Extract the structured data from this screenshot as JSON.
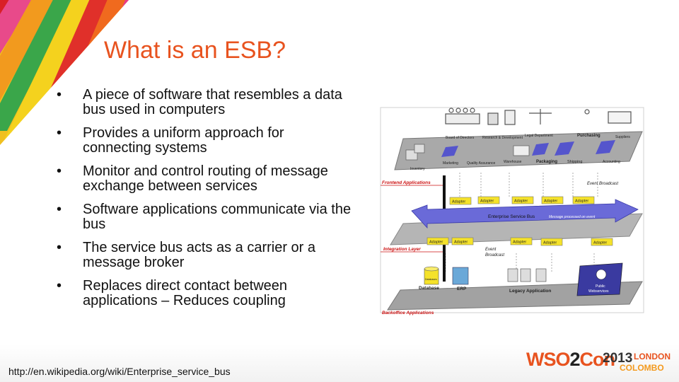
{
  "slide": {
    "title": "What is an ESB?",
    "bullet_glyph": "•",
    "bullets": [
      {
        "text": "A piece of software that resembles a data bus used in computers"
      },
      {
        "text": "Provides a uniform approach for connecting systems"
      },
      {
        "text": "Monitor and control routing of message exchange between services"
      },
      {
        "text": "Software applications communicate via the bus"
      },
      {
        "text": "The service bus acts as a carrier or a message broker"
      },
      {
        "text": "Replaces direct contact between applications – Reduces coupling"
      }
    ]
  },
  "diagram": {
    "departments": {
      "board": "Board of Directors",
      "research": "Research & Development",
      "legal": "Legal Department",
      "purchasing": "Purchasing",
      "suppliers": "Suppliers",
      "inventory": "Inventory",
      "marketing": "Marketing",
      "quality": "Quality Assurance",
      "warehouse": "Warehouse",
      "packaging": "Packaging",
      "shipping": "Shipping",
      "accounting": "Accounting"
    },
    "layers": {
      "frontend": "Frontend Applications",
      "integration": "Integration Layer",
      "backoffice": "Backoffice Applications"
    },
    "bus": {
      "label": "Enterprise Service Bus",
      "message": "Message processed on event"
    },
    "event_broadcast_1": "Event Broadcast",
    "event_broadcast_2_line1": "Event",
    "event_broadcast_2_line2": "Broadcast",
    "adapter_label": "Adapter",
    "backoffice": {
      "database": "Database",
      "database_cylinder": "Databases",
      "erp": "ERP",
      "legacy": "Legacy Application",
      "public_ws_line1": "Public",
      "public_ws_line2": "Webservices"
    }
  },
  "footer": {
    "url": "http://en.wikipedia.org/wiki/Enterprise_service_bus",
    "logo_wso": "WSO",
    "logo_two": "2",
    "logo_con": "Con",
    "logo_year": "2013",
    "logo_city1": "LONDON",
    "logo_city2": "COLOMBO"
  },
  "colors": {
    "title": "#e8531f",
    "layer_label": "#cc1111",
    "bus": "#6a6ad8",
    "adapter": "#f5e22a",
    "platform": "#9a9a9a"
  }
}
